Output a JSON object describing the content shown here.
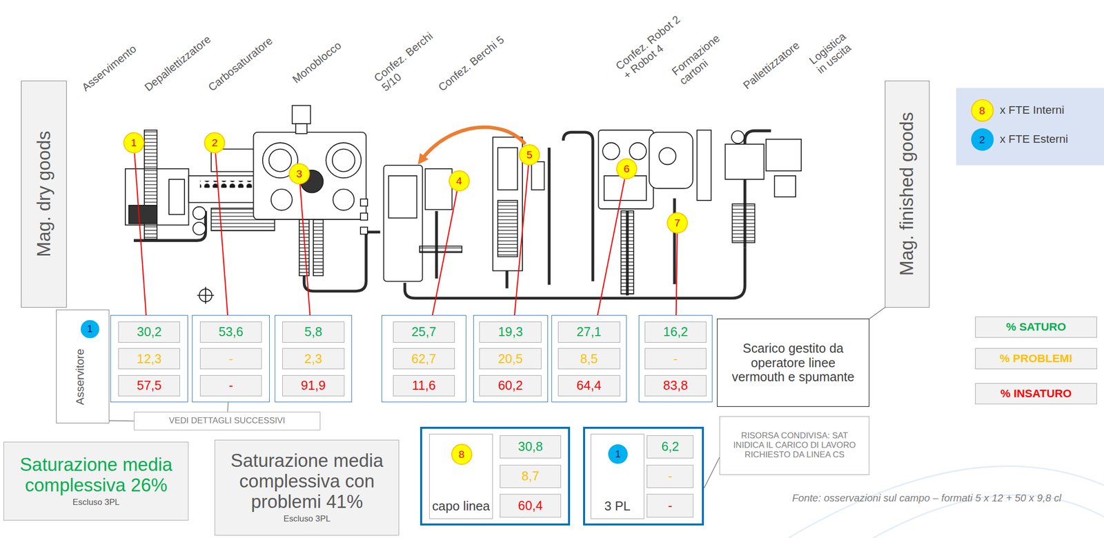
{
  "diagram": {
    "nodes": [
      {
        "text": [
          "Mag. dry goods"
        ]
      },
      {
        "text": [
          "1"
        ]
      },
      {
        "text": [
          "2"
        ]
      },
      {
        "text": [
          "3"
        ]
      },
      {
        "text": [
          "4"
        ]
      },
      {
        "text": [
          "5"
        ]
      },
      {
        "text": [
          "6"
        ]
      },
      {
        "text": [
          "7"
        ]
      },
      {
        "text": [
          "Mag. finished goods"
        ]
      },
      {
        "text": [
          "Asservitore"
        ]
      },
      {
        "text": [
          "1"
        ],
        "in": 9
      },
      {
        "text": [
          "30,2",
          "12,3",
          "57,5"
        ]
      },
      {
        "text": [
          "53,6",
          "-",
          "-"
        ]
      },
      {
        "text": [
          "5,8",
          "2,3",
          "91,9"
        ]
      },
      {
        "text": [
          "25,7",
          "62,7",
          "11,6"
        ]
      },
      {
        "text": [
          "19,3",
          "20,5",
          "60,2"
        ]
      },
      {
        "text": [
          "27,1",
          "8,5",
          "64,4"
        ]
      },
      {
        "text": [
          "16,2",
          "-",
          "83,8"
        ]
      },
      {
        "text": [
          "Scarico gestito da operatore linee vermouth e spumante"
        ]
      },
      {
        "text": [
          "VEDI DETTAGLI SUCCESSIVI"
        ]
      },
      {
        "text": [
          "RISORSA CONDIVISA: SAT INIDICA IL CARICO DI LAVORO RICHIESTO DA LINEA CS"
        ]
      },
      {
        "text": [
          "Saturazione media complessiva 26%",
          "Escluso 3PL"
        ]
      },
      {
        "text": [
          "Saturazione media complessiva con problemi 41%",
          "Escluso 3PL"
        ]
      },
      {
        "text": [
          "30,8",
          "8,7",
          "60,4"
        ]
      },
      {
        "text": [
          "capo linea"
        ],
        "in": 23
      },
      {
        "text": [
          "8"
        ],
        "in": 24
      },
      {
        "text": [
          "6,2",
          "-",
          "-"
        ]
      },
      {
        "text": [
          "3 PL"
        ],
        "in": 26
      },
      {
        "text": [
          "1"
        ],
        "in": 27
      }
    ],
    "edges": [
      {
        "from": 1,
        "to": 11,
        "arrow": "none"
      },
      {
        "from": 2,
        "to": 12,
        "arrow": "none"
      },
      {
        "from": 3,
        "to": 13,
        "arrow": "none"
      },
      {
        "from": 4,
        "to": 14,
        "arrow": "none"
      },
      {
        "from": 5,
        "to": 15,
        "arrow": "none"
      },
      {
        "from": 6,
        "to": 16,
        "arrow": "none"
      },
      {
        "from": 7,
        "to": 17,
        "arrow": "none"
      },
      {
        "from": 9,
        "to": 19,
        "arrow": "none"
      },
      {
        "from": 12,
        "to": 19,
        "arrow": "none"
      },
      {
        "from": 18,
        "to": 8,
        "arrow": "none"
      },
      {
        "from": 20,
        "to": 26,
        "arrow": "none"
      }
    ],
    "labels": [
      "Asservimento",
      "Depallettizzatore",
      "Carbosaturatore",
      "Monoblocco",
      "Confez. Berchi 5/10",
      "Confez. Berchi 5",
      "Confez. Robot 2 + Robot 4",
      "Formazione cartoni",
      "Pallettizzatore",
      "Logistica in uscita",
      "8",
      "2",
      "Fonte: osservazioni sul campo – formati 5 x 12 + 50 x 9,8 cl"
    ],
    "legend": [
      {
        "text": "x FTE Interni",
        "color": "#ffff00"
      },
      {
        "text": "x FTE Esterni",
        "color": "#00b0f0"
      },
      {
        "text": "% SATURO",
        "color": "#00b050"
      },
      {
        "text": "% PROBLEMI",
        "color": "#ffc000"
      },
      {
        "text": "% INSATURO",
        "color": "#ff0000"
      }
    ]
  }
}
